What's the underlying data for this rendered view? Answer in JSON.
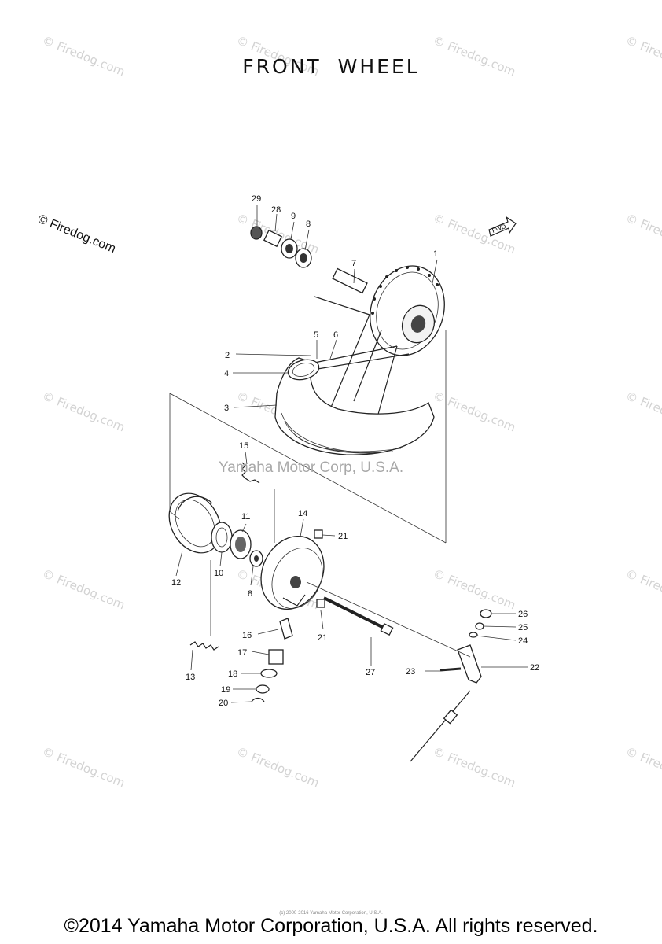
{
  "title": "FRONT WHEEL",
  "watermark": "© Firedog.com",
  "firedog_label": "© Firedog.com",
  "corp_watermark": "Yamaha Motor Corp, U.S.A.",
  "small_credit": "(c) 2000-2016 Yamaha Motor Corporation, U.S.A.",
  "copyright": "©2014 Yamaha Motor Corporation, U.S.A. All rights reserved.",
  "fwd_label": "FWD",
  "part_numbers": [
    "1",
    "2",
    "3",
    "4",
    "5",
    "6",
    "7",
    "8",
    "8",
    "9",
    "10",
    "11",
    "12",
    "13",
    "14",
    "15",
    "16",
    "17",
    "18",
    "19",
    "20",
    "21",
    "21",
    "22",
    "23",
    "24",
    "25",
    "26",
    "27",
    "28",
    "29"
  ]
}
